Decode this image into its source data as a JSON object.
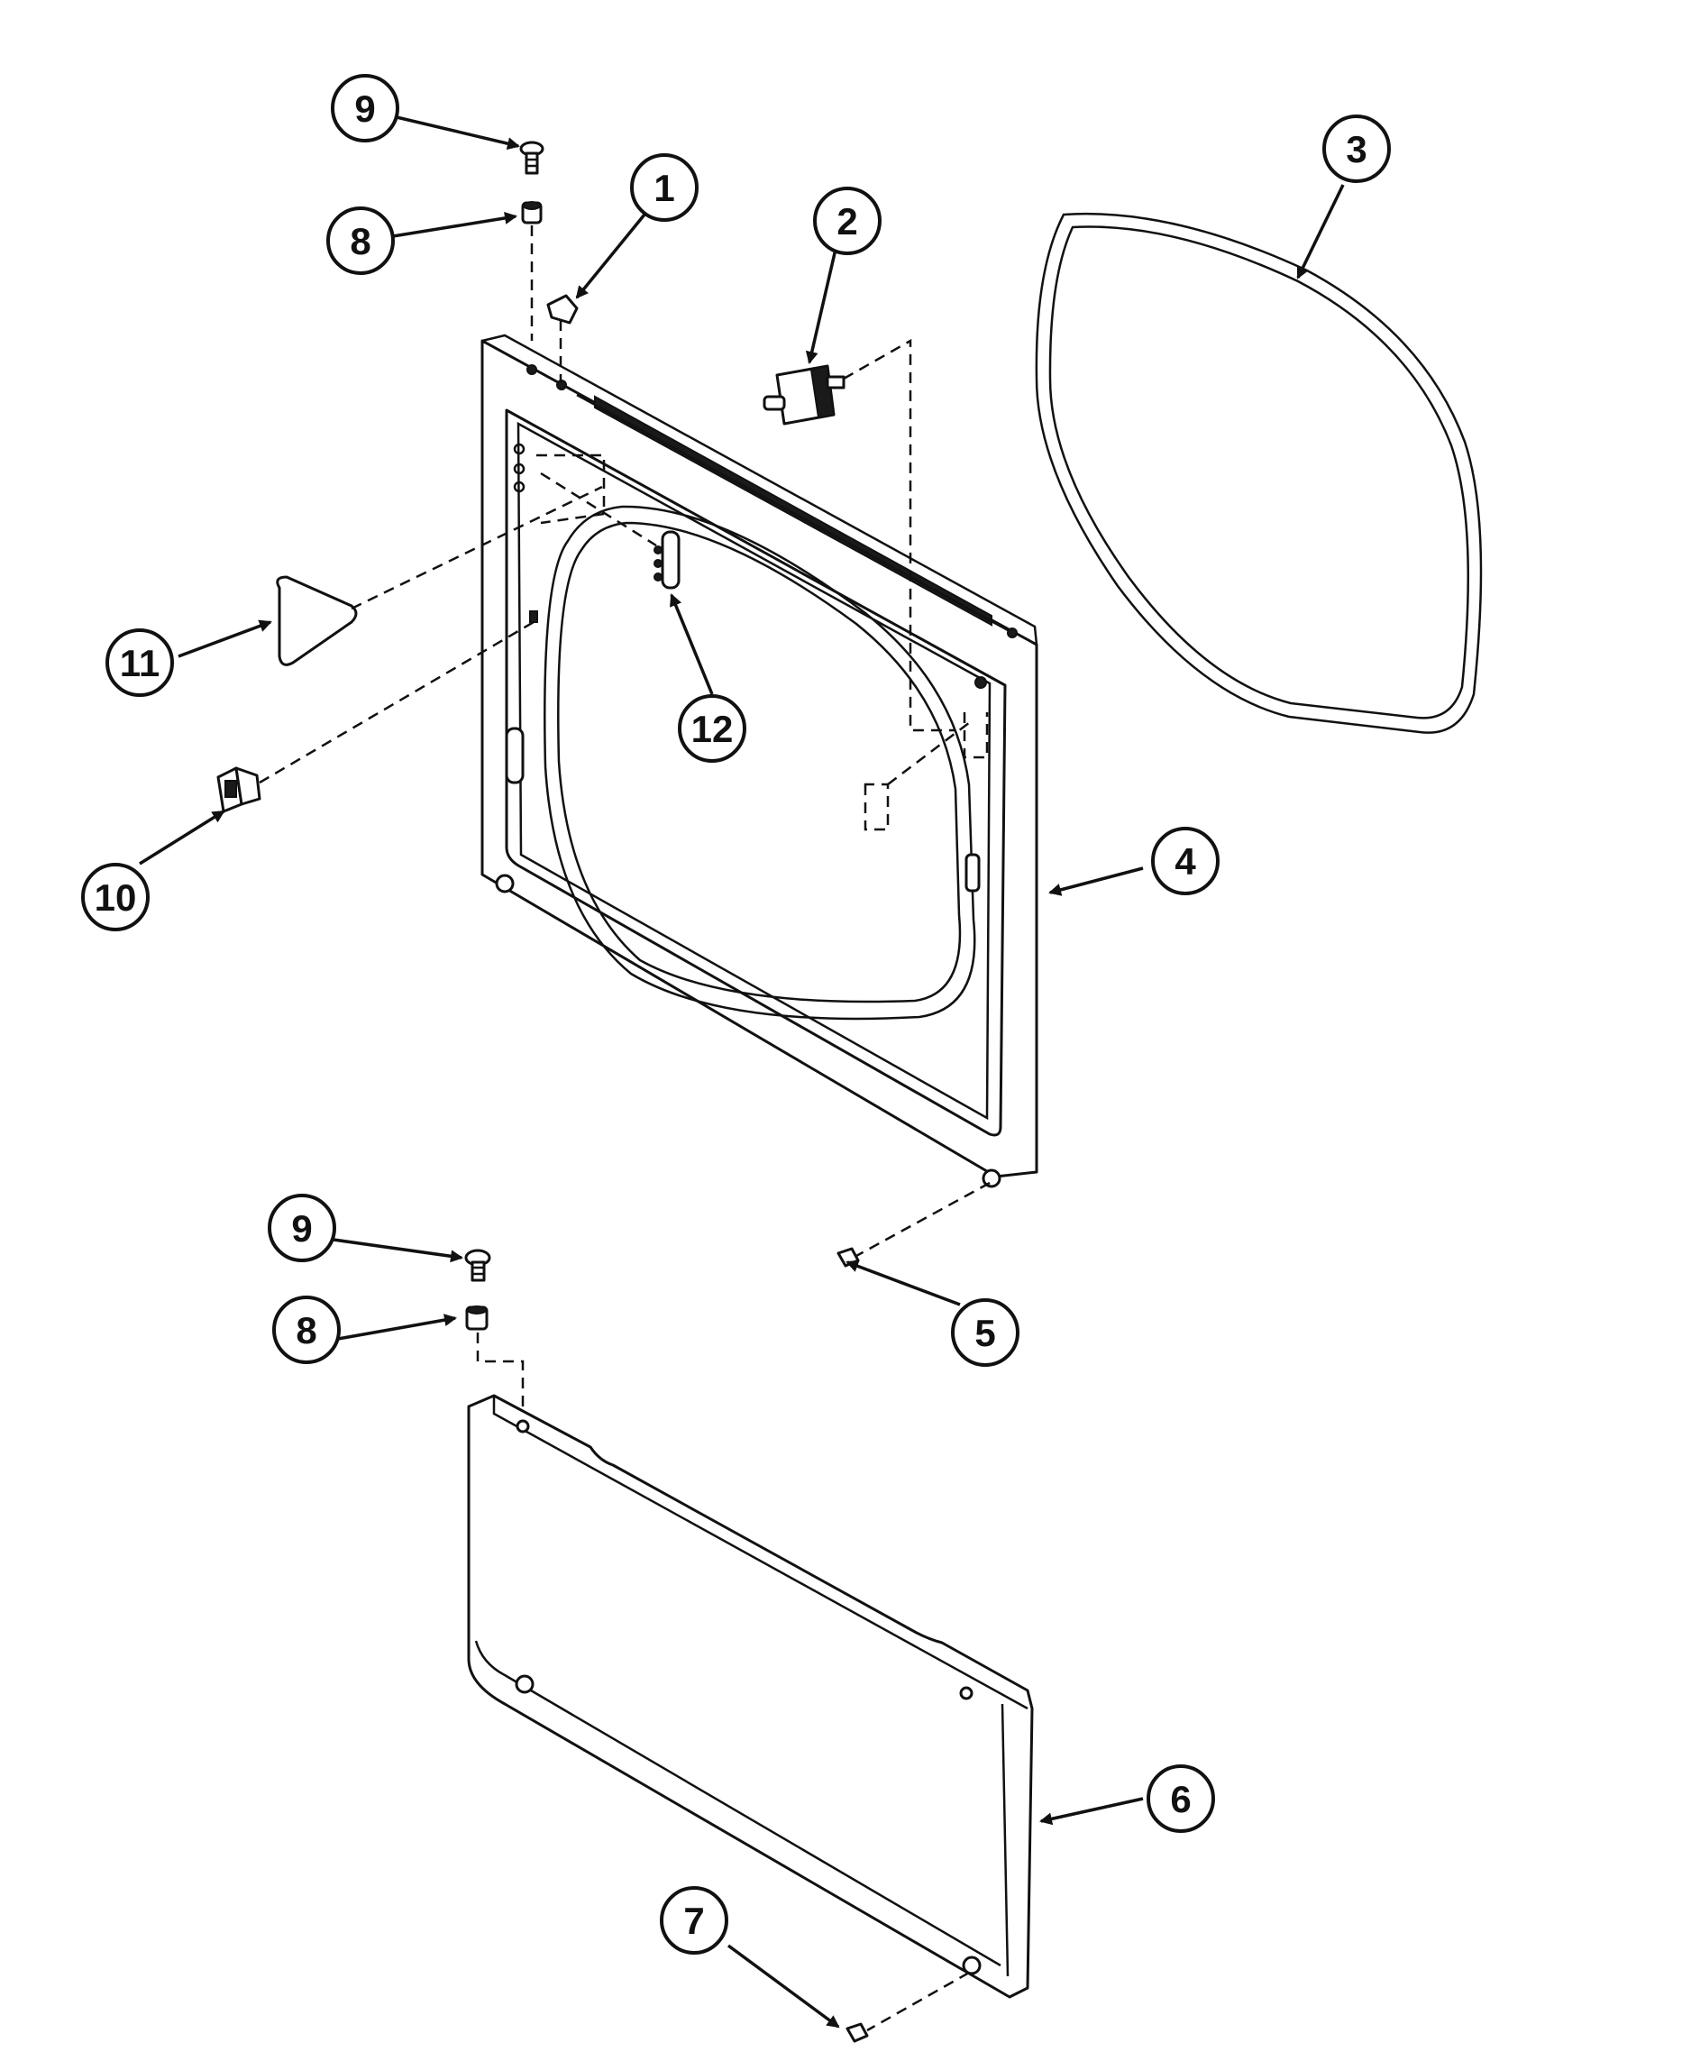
{
  "callouts": [
    {
      "id": "c1",
      "label": "1"
    },
    {
      "id": "c2",
      "label": "2"
    },
    {
      "id": "c3",
      "label": "3"
    },
    {
      "id": "c4",
      "label": "4"
    },
    {
      "id": "c5",
      "label": "5"
    },
    {
      "id": "c6",
      "label": "6"
    },
    {
      "id": "c7",
      "label": "7"
    },
    {
      "id": "c8-top",
      "label": "8"
    },
    {
      "id": "c8-bottom",
      "label": "8"
    },
    {
      "id": "c9-top",
      "label": "9"
    },
    {
      "id": "c9-bottom",
      "label": "9"
    },
    {
      "id": "c10",
      "label": "10"
    },
    {
      "id": "c11",
      "label": "11"
    },
    {
      "id": "c12",
      "label": "12"
    }
  ],
  "colors": {
    "line": "#111111",
    "background": "#ffffff"
  }
}
